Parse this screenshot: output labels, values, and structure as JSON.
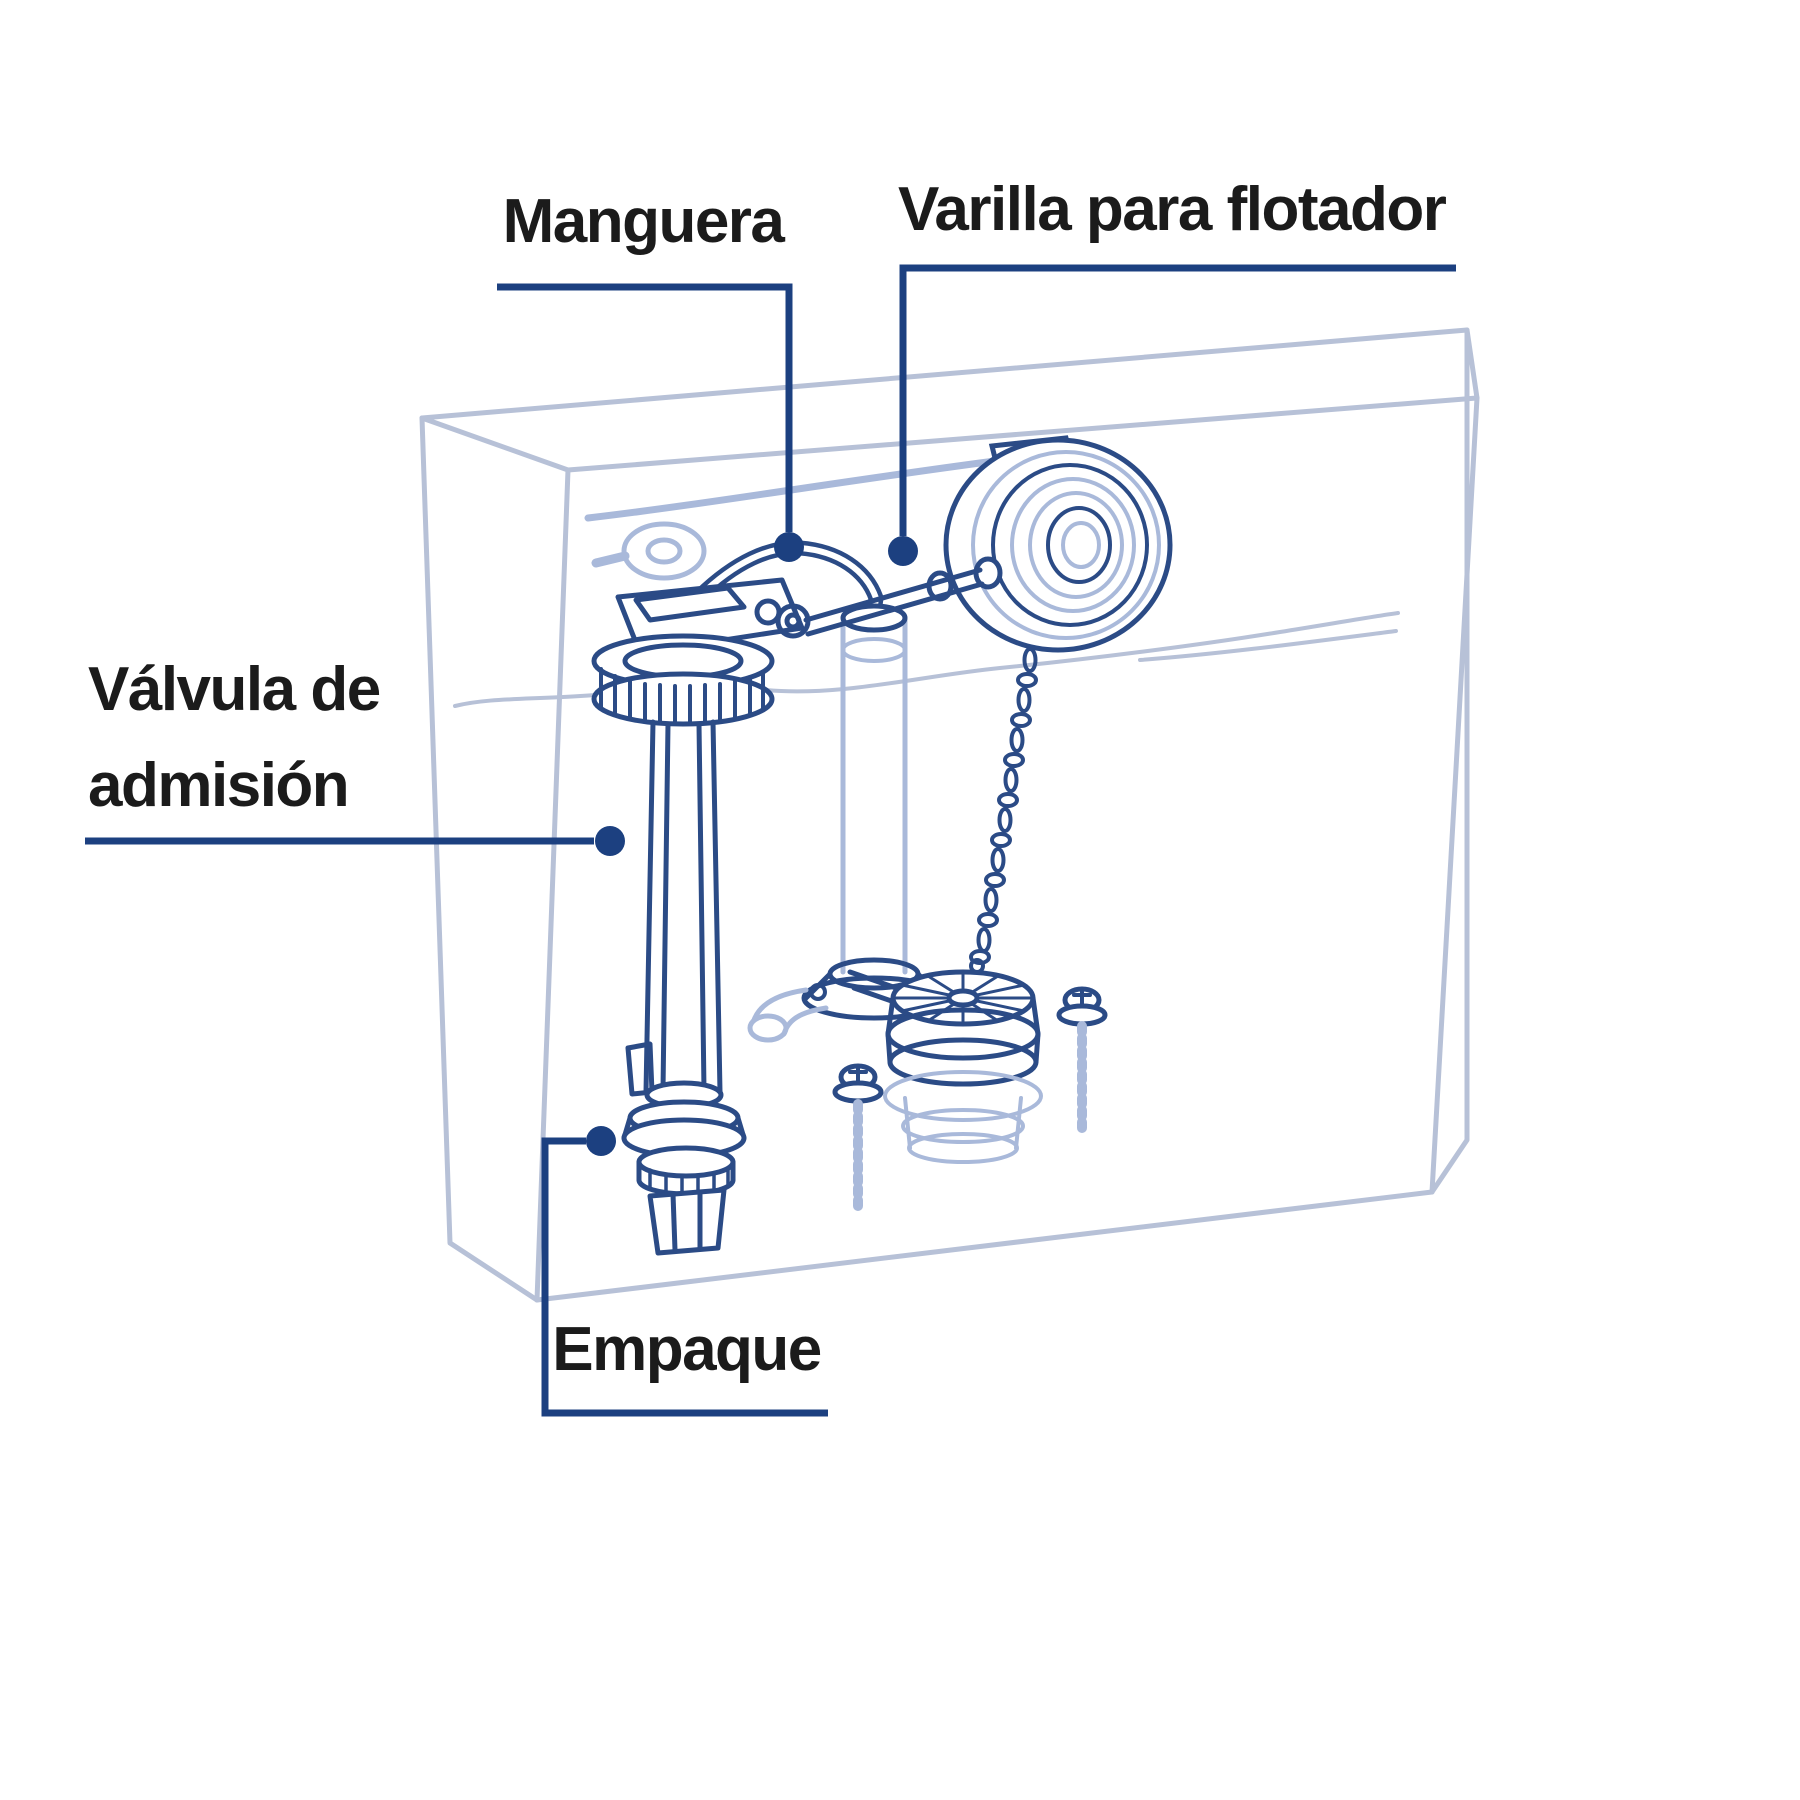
{
  "labels": {
    "manguera": "Manguera",
    "varilla_para_flotador": "Varilla para flotador",
    "valvula_line1": "Válvula de",
    "valvula_line2": "admisión",
    "empaque": "Empaque"
  },
  "colors": {
    "background": "#ffffff",
    "label_text": "#1b1b1b",
    "leader_line": "#1c4080",
    "tank_outline": "#b7c1d7",
    "mechanism_dark": "#2b4b86",
    "mechanism_light": "#a9b9da"
  }
}
